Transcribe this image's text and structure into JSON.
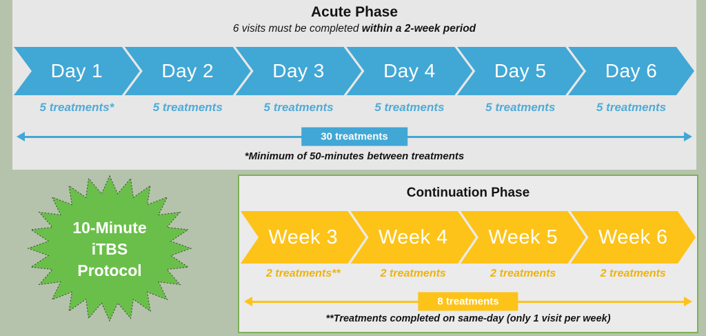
{
  "colors": {
    "background": "#b6c3ac",
    "acute_panel": "#e7e7e7",
    "continuation_panel": "#ebebeb",
    "blue": "#41a7d5",
    "blue_label_text": "#4fabd7",
    "yellow": "#fdc318",
    "yellow_label_text": "#eeb30e",
    "star_green": "#6abf4a",
    "panel_border_green": "#7cb157"
  },
  "acute_phase": {
    "title": "Acute Phase",
    "subtitle_prefix": "6 visits must be completed ",
    "subtitle_bold": "within a 2-week period",
    "steps": [
      {
        "label": "Day 1",
        "sub": "5 treatments*"
      },
      {
        "label": "Day 2",
        "sub": "5 treatments"
      },
      {
        "label": "Day 3",
        "sub": "5 treatments"
      },
      {
        "label": "Day 4",
        "sub": "5 treatments"
      },
      {
        "label": "Day 5",
        "sub": "5 treatments"
      },
      {
        "label": "Day 6",
        "sub": "5 treatments"
      }
    ],
    "total_label": "30 treatments",
    "footnote": "*Minimum of 50-minutes between treatments"
  },
  "continuation_phase": {
    "title": "Continuation Phase",
    "steps": [
      {
        "label": "Week 3",
        "sub": "2 treatments**"
      },
      {
        "label": "Week 4",
        "sub": "2 treatments"
      },
      {
        "label": "Week 5",
        "sub": "2 treatments"
      },
      {
        "label": "Week 6",
        "sub": "2 treatments"
      }
    ],
    "total_label": "8 treatments",
    "footnote": "**Treatments completed on same-day (only 1 visit per week)"
  },
  "protocol_badge": {
    "lines": [
      "10-Minute",
      "iTBS",
      "Protocol"
    ]
  }
}
